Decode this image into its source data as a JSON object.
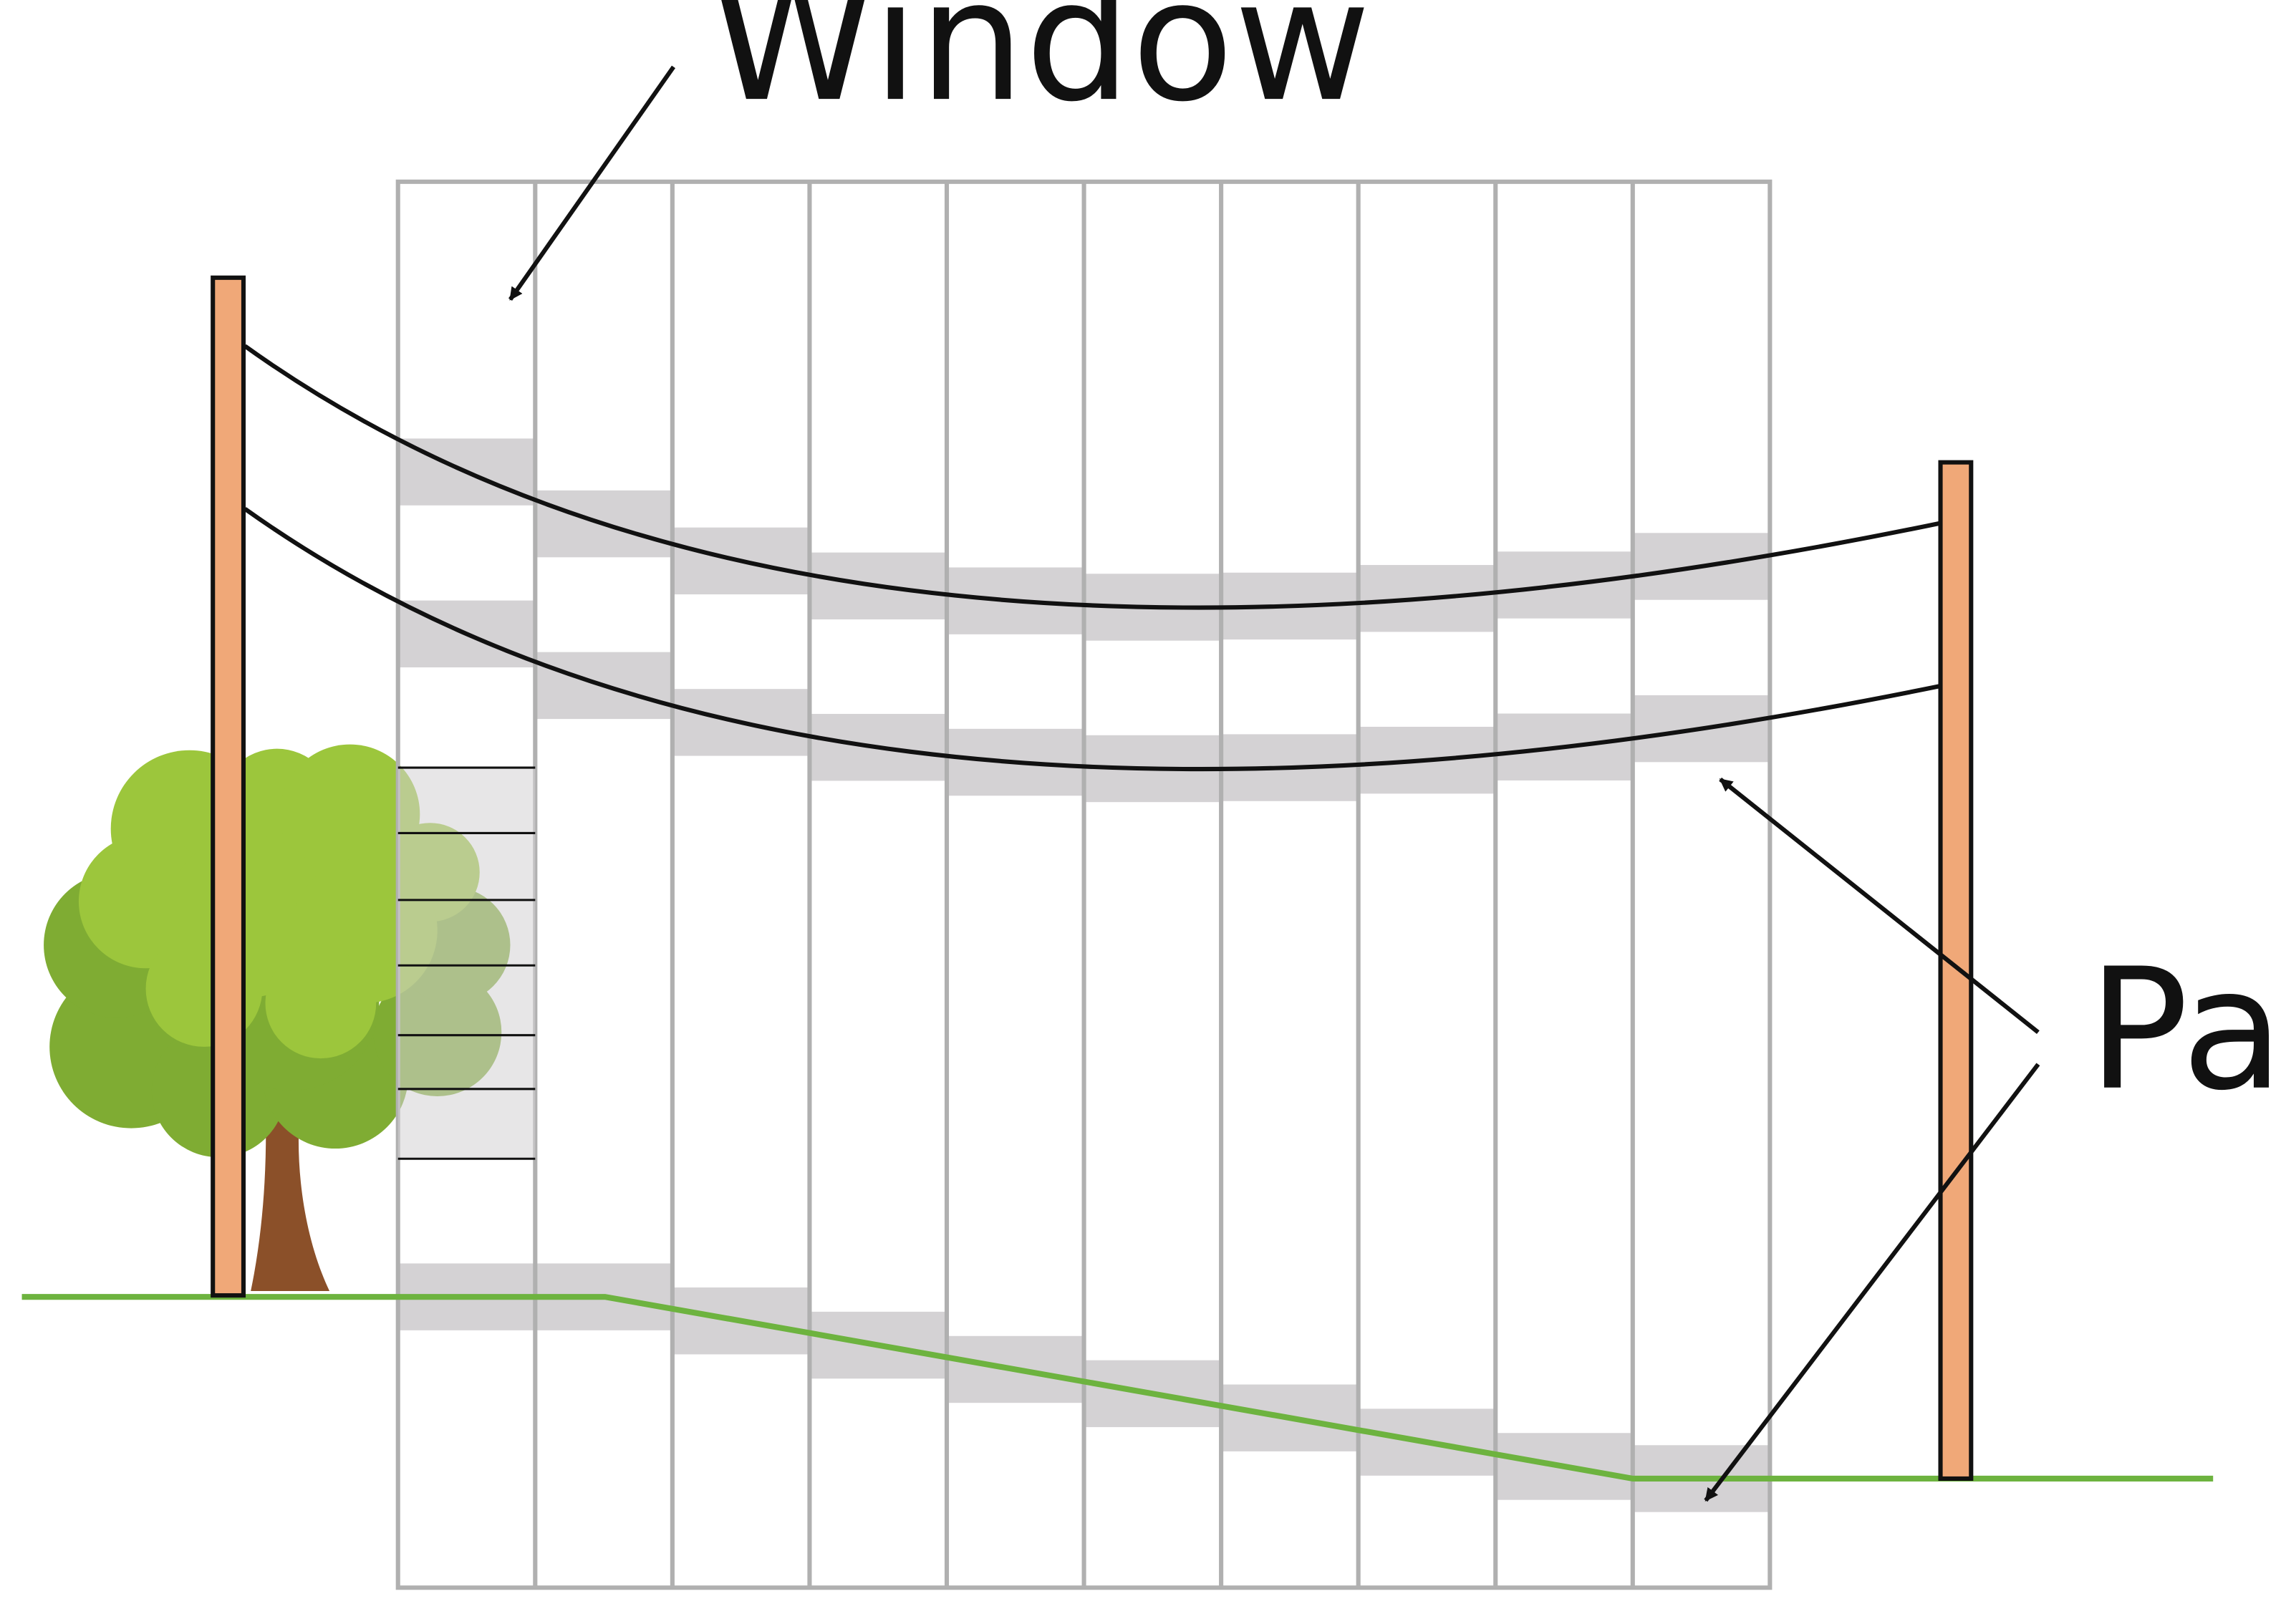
{
  "labels": {
    "window": "Window",
    "pane": "Pane"
  },
  "colors": {
    "pole_fill": "#f0a878",
    "pole_stroke": "#111111",
    "ground": "#6db33f",
    "pane_shade": "#d4d2d4",
    "window_stroke": "#b0b0b0",
    "wire": "#111111",
    "arrow": "#111111",
    "tree_trunk": "#8b5029",
    "tree_leaf_light": "#9cc63c",
    "tree_leaf_dark": "#7fac33"
  },
  "window": {
    "column_count": 10
  },
  "icons": {
    "tree": "tree-icon",
    "pole": "utility-pole-icon"
  }
}
